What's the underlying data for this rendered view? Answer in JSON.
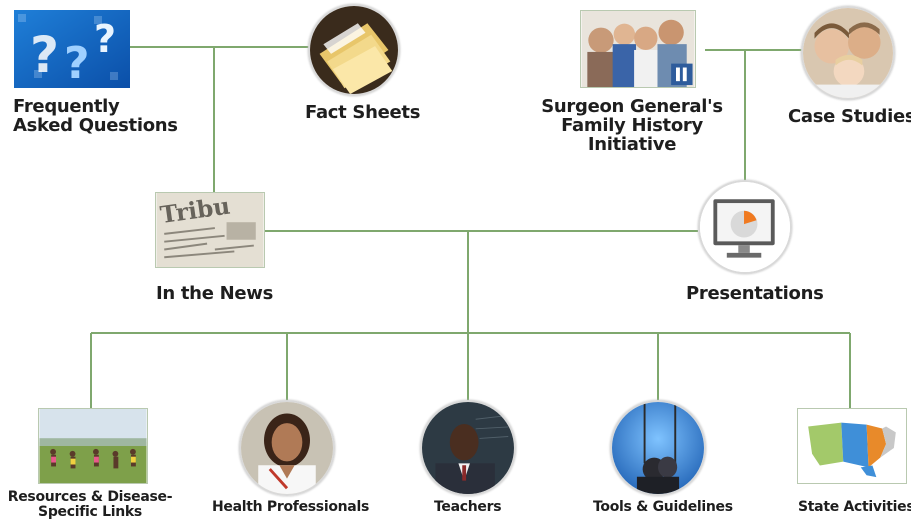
{
  "accent_line_color": "#7fa86e",
  "label_color": "#1e1e1e",
  "nodes": {
    "faq": {
      "label": "Frequently Asked Questions",
      "icon": "question-marks-icon"
    },
    "fact_sheets": {
      "label": "Fact Sheets",
      "icon": "folders-icon"
    },
    "surgeon_general": {
      "label": "Surgeon General's Family History Initiative",
      "icon": "family-photo-icon"
    },
    "case_studies": {
      "label": "Case Studies",
      "icon": "family-portrait-icon"
    },
    "in_the_news": {
      "label": "In the News",
      "icon": "newspaper-icon"
    },
    "presentations": {
      "label": "Presentations",
      "icon": "monitor-pie-chart-icon"
    },
    "resources": {
      "label": "Resources & Disease-Specific Links",
      "icon": "children-running-icon"
    },
    "health_professionals": {
      "label": "Health Professionals",
      "icon": "doctor-portrait-icon"
    },
    "teachers": {
      "label": "Teachers",
      "icon": "teacher-portrait-icon"
    },
    "tools_guidelines": {
      "label": "Tools & Guidelines",
      "icon": "swing-icon"
    },
    "state_activities": {
      "label": "State Activities",
      "icon": "us-map-icon"
    }
  }
}
